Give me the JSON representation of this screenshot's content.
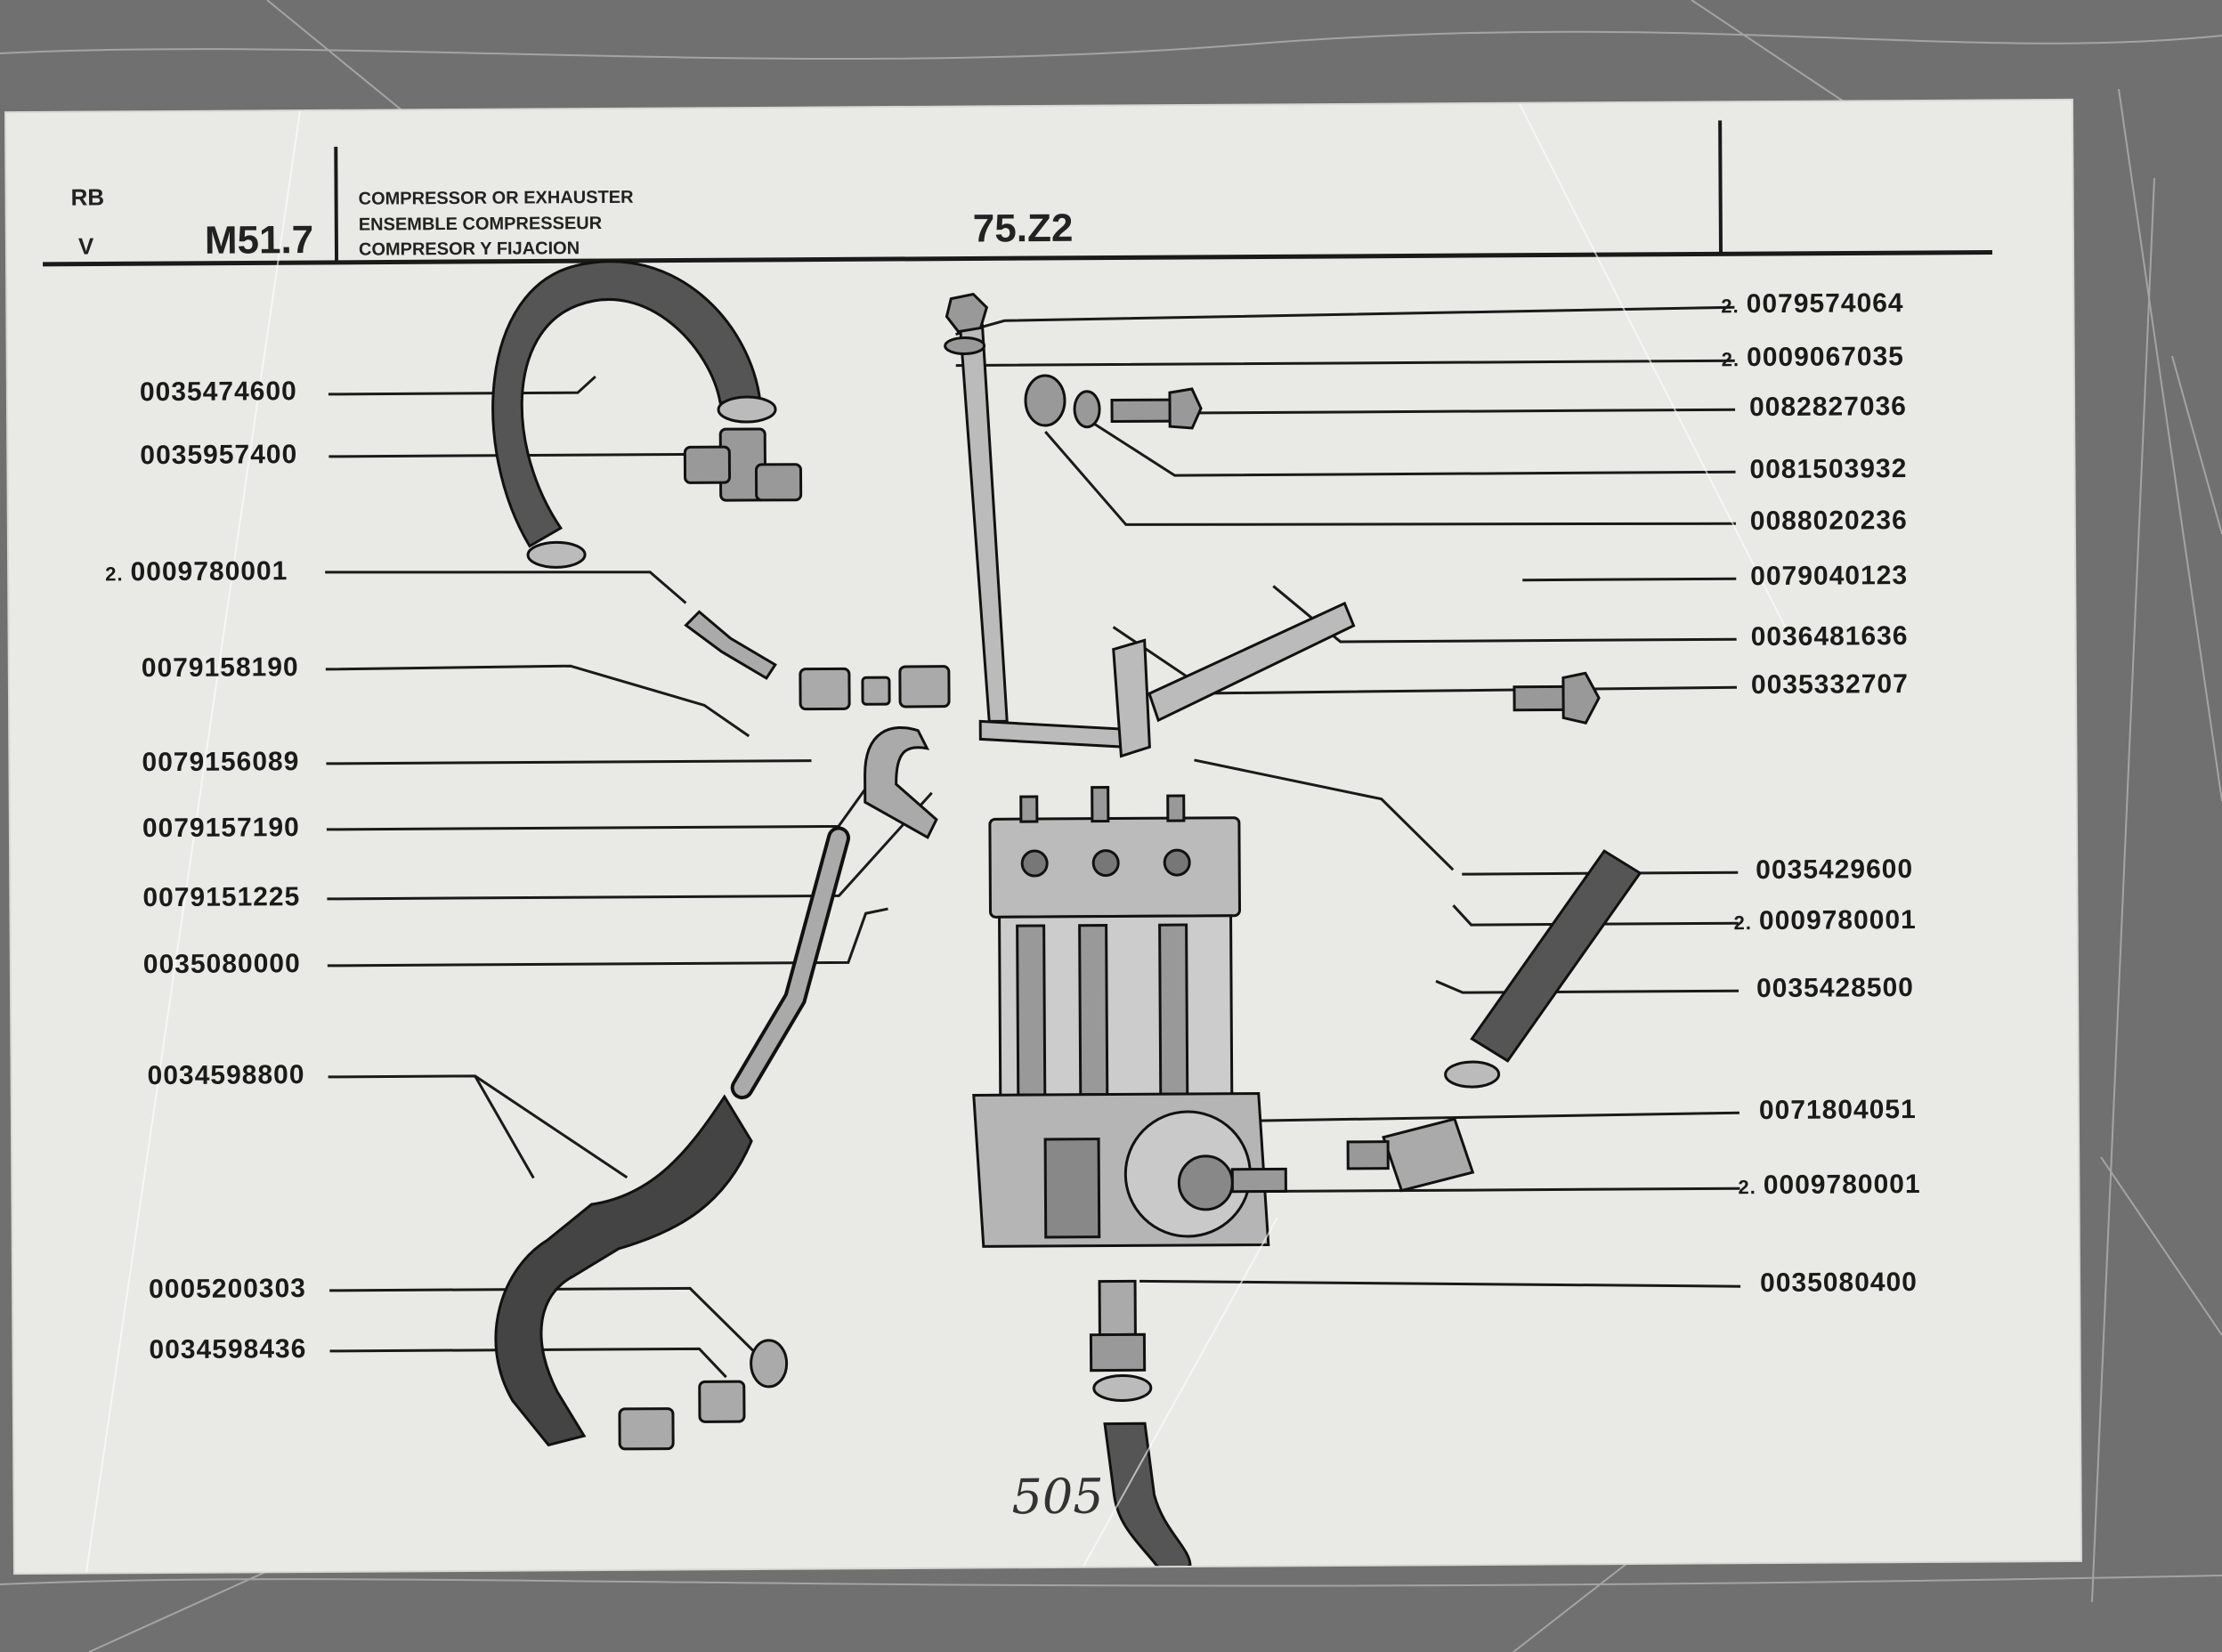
{
  "header": {
    "rb": "RB",
    "v": "V",
    "ref": "M51.7",
    "title_lines": [
      "COMPRESSOR OR EXHAUSTER",
      "ENSEMBLE COMPRESSEUR",
      "COMPRESOR Y FIJACION"
    ],
    "model": "75.Z2"
  },
  "left_parts": [
    {
      "code": "0035474600",
      "qty": ""
    },
    {
      "code": "0035957400",
      "qty": ""
    },
    {
      "code": "0009780001",
      "qty": "2."
    },
    {
      "code": "0079158190",
      "qty": ""
    },
    {
      "code": "0079156089",
      "qty": ""
    },
    {
      "code": "0079157190",
      "qty": ""
    },
    {
      "code": "0079151225",
      "qty": ""
    },
    {
      "code": "0035080000",
      "qty": ""
    },
    {
      "code": "0034598800",
      "qty": ""
    },
    {
      "code": "0005200303",
      "qty": ""
    },
    {
      "code": "0034598436",
      "qty": ""
    }
  ],
  "right_parts": [
    {
      "code": "0079574064",
      "qty": "2."
    },
    {
      "code": "0009067035",
      "qty": "2."
    },
    {
      "code": "0082827036",
      "qty": ""
    },
    {
      "code": "0081503932",
      "qty": ""
    },
    {
      "code": "0088020236",
      "qty": ""
    },
    {
      "code": "0079040123",
      "qty": ""
    },
    {
      "code": "0036481636",
      "qty": ""
    },
    {
      "code": "0035332707",
      "qty": ""
    },
    {
      "code": "0035429600",
      "qty": ""
    },
    {
      "code": "0009780001",
      "qty": "2."
    },
    {
      "code": "0035428500",
      "qty": ""
    },
    {
      "code": "0071804051",
      "qty": ""
    },
    {
      "code": "0009780001",
      "qty": "2."
    },
    {
      "code": "0035080400",
      "qty": ""
    }
  ],
  "handwritten_page": "505",
  "colors": {
    "paper": "#e9e9e6",
    "ink": "#1a1a1a",
    "background": "#6e6e6e"
  }
}
